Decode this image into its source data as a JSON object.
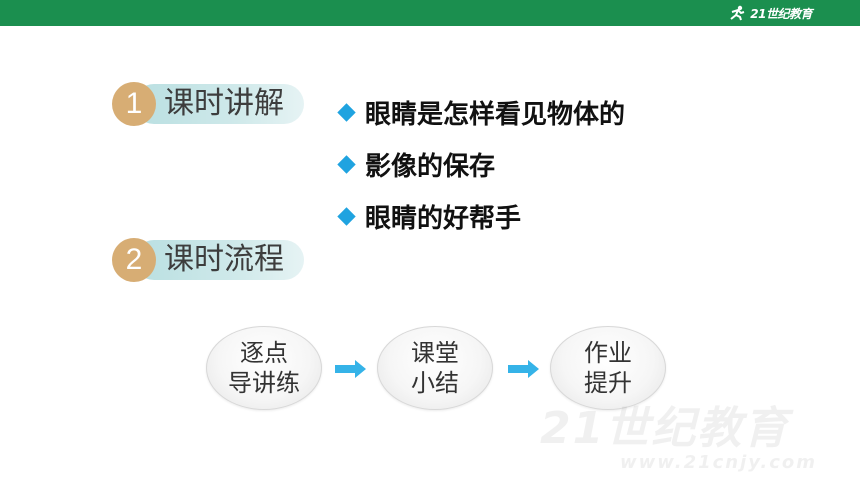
{
  "brand": {
    "name": "21世纪教育"
  },
  "sections": [
    {
      "number": "1",
      "title": "课时讲解"
    },
    {
      "number": "2",
      "title": "课时流程"
    }
  ],
  "lesson_points": [
    "眼睛是怎样看见物体的",
    "影像的保存",
    "眼睛的好帮手"
  ],
  "flow": [
    {
      "line1": "逐点",
      "line2": "导讲练"
    },
    {
      "line1": "课堂",
      "line2": "小结"
    },
    {
      "line1": "作业",
      "line2": "提升"
    }
  ],
  "watermark": {
    "name": "21世纪教育",
    "url": "www.21cnjy.com"
  },
  "colors": {
    "header_green": "#1b8f4f",
    "tag_circle": "#d7ad74",
    "tag_pill": "#cfe9ea",
    "bullet_blue": "#1fa3e0",
    "arrow_blue": "#35b3e8"
  }
}
